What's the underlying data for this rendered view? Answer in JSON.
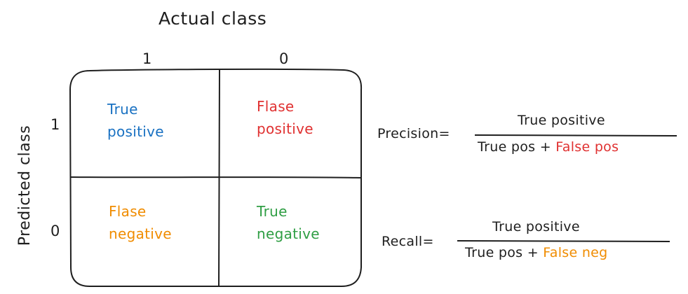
{
  "diagram": {
    "actual_axis_title": "Actual class",
    "predicted_axis_title": "Predicted class",
    "actual_ticks": [
      "1",
      "0"
    ],
    "predicted_ticks": [
      "1",
      "0"
    ],
    "cells": {
      "top_left": {
        "line1": "True",
        "line2": "positive",
        "color": "#1971c2"
      },
      "top_right": {
        "line1": "Flase",
        "line2": "positive",
        "color": "#e03131"
      },
      "bottom_left": {
        "line1": "Flase",
        "line2": "negative",
        "color": "#f08c00"
      },
      "bottom_right": {
        "line1": "True",
        "line2": "negative",
        "color": "#2f9e44"
      }
    }
  },
  "precision": {
    "label": "Precision=",
    "numerator": "True positive",
    "denominator_prefix": "True pos + ",
    "denominator_highlight": "False pos",
    "highlight_color": "#e03131"
  },
  "recall": {
    "label": "Recall=",
    "numerator": "True positive",
    "denominator_prefix": "True pos + ",
    "denominator_highlight": "False neg",
    "highlight_color": "#f08c00"
  },
  "colors": {
    "ink": "#1e1e1e",
    "blue": "#1971c2",
    "red": "#e03131",
    "orange": "#f08c00",
    "green": "#2f9e44"
  }
}
